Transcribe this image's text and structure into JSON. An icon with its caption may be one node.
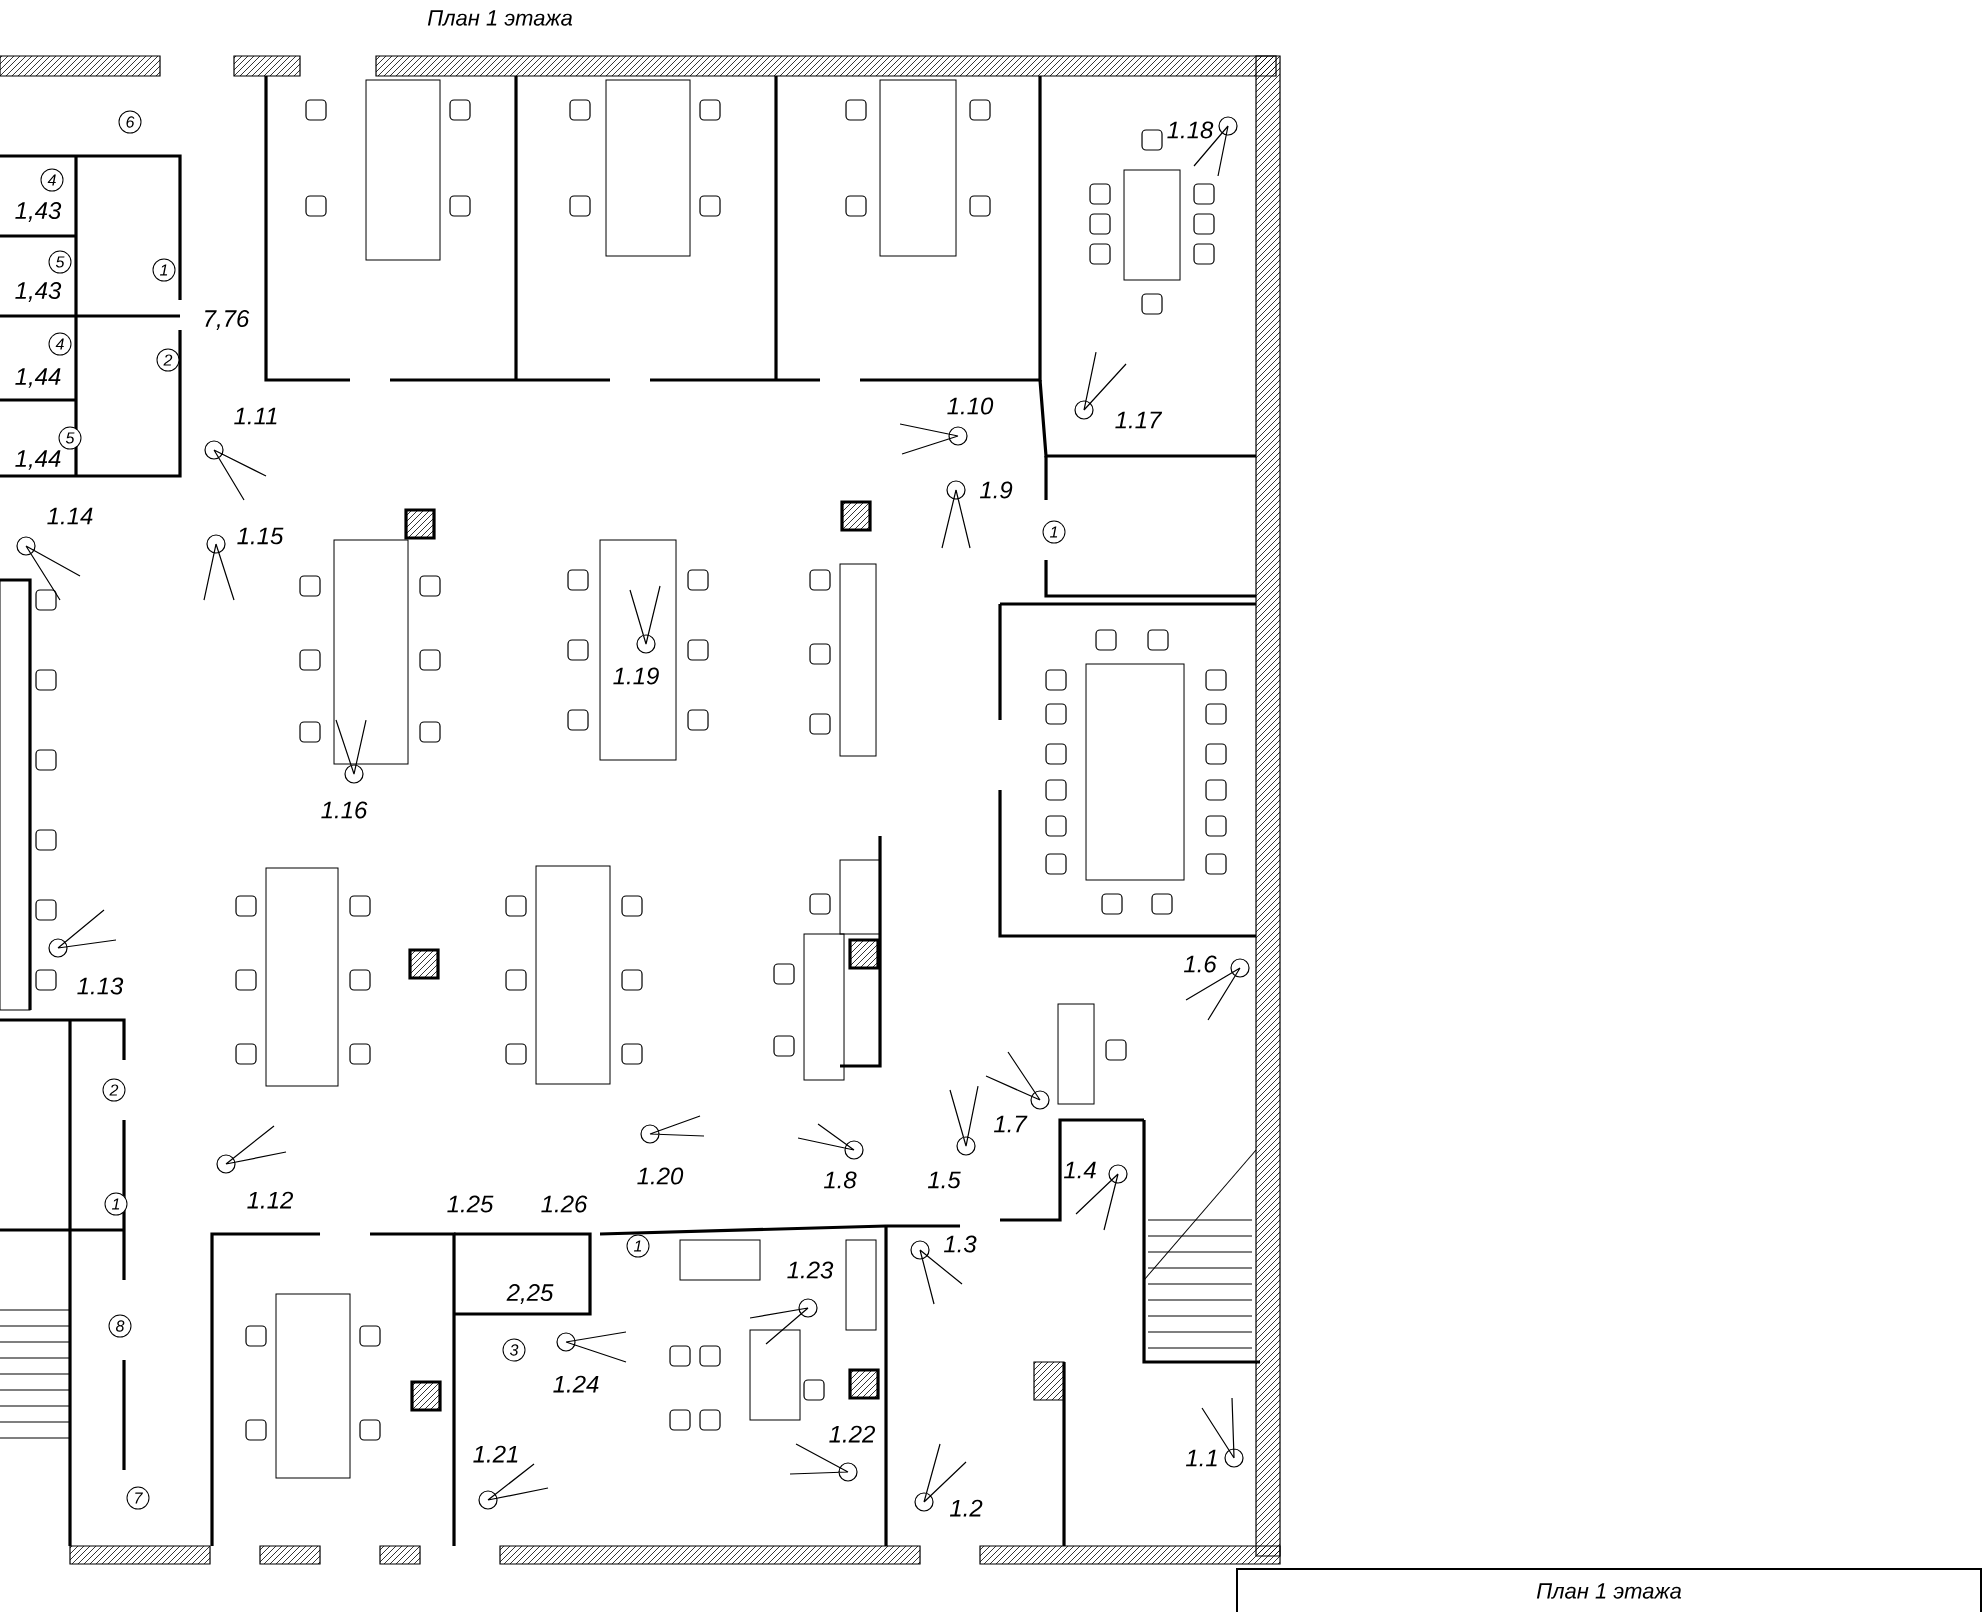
{
  "diagram": {
    "title": "План 1 этажа",
    "labels": [
      "6",
      "4",
      "1,43",
      "5",
      "1",
      "1,43",
      "7,76",
      "4",
      "2",
      "1,44",
      "5",
      "1,44",
      "1.18",
      "1.10",
      "1.11",
      "1.17",
      "1.9",
      "1.14",
      "1",
      "1.15",
      "1.19",
      "1.16",
      "1.6",
      "1.13",
      "2",
      "1.7",
      "1.20",
      "1.8",
      "1.5",
      "1.4",
      "1",
      "1.12",
      "1.25",
      "1.26",
      "1",
      "1.3",
      "1.23",
      "2,25",
      "8",
      "3",
      "1.24",
      "1.22",
      "1.21",
      "1.1",
      "7",
      "1.2",
      "План 1 этажа"
    ]
  }
}
